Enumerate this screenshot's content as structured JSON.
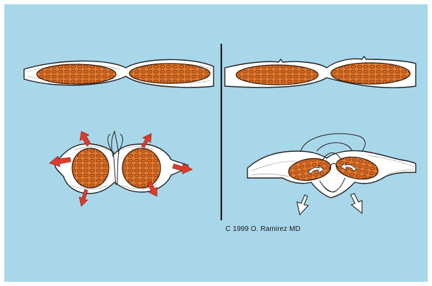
{
  "figure": {
    "credit": "C 1999 O. Ramirez MD",
    "colors": {
      "background": "#a9d7ea",
      "muscle_fill": "#e0702a",
      "tissue_fill": "#ffffff",
      "outline": "#222222",
      "arrow_red": "#e23a2a"
    },
    "panels": [
      {
        "id": "left",
        "shows": [
          "two-muscle-bellies-cross-section",
          "sutured-closure-with-outward-red-arrows"
        ]
      },
      {
        "id": "right",
        "shows": [
          "two-muscle-bellies-with-sheath-incisions",
          "inverted-sheath-repair-with-white-arrows"
        ]
      }
    ]
  }
}
